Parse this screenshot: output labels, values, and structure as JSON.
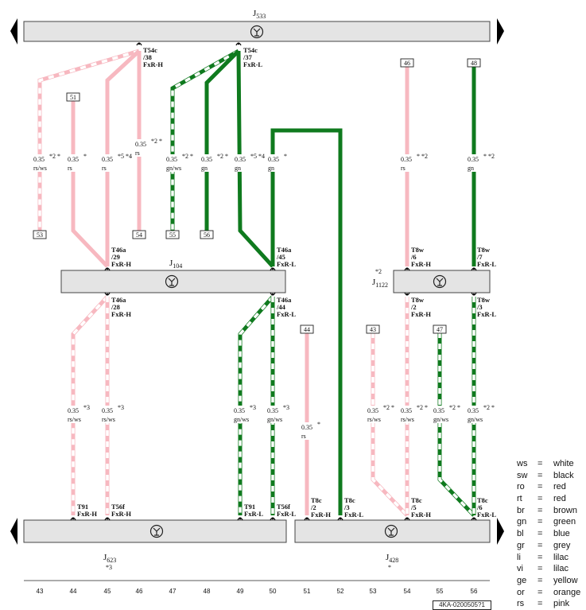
{
  "colors": {
    "rs": "#f7b8c0",
    "gn": "#0f7a1e",
    "white": "#ffffff",
    "bar_fill": "#e4e4e4",
    "outline": "#444444"
  },
  "icons": {
    "ground": "ground-symbol-icon",
    "arrow_left": "arrow-left-icon",
    "arrow_right": "arrow-right-icon"
  },
  "components": [
    {
      "id": "J533",
      "name": "J",
      "sub": "533",
      "sup": ""
    },
    {
      "id": "J104",
      "name": "J",
      "sub": "104",
      "sup": ""
    },
    {
      "id": "J1122",
      "name": "J",
      "sub": "1122",
      "sup": "*2"
    },
    {
      "id": "J623",
      "name": "J",
      "sub": "623",
      "sup": "*3"
    },
    {
      "id": "J428",
      "name": "J",
      "sub": "428",
      "sup": "*"
    }
  ],
  "pins": [
    {
      "id": "p1",
      "lines": [
        "T54c",
        "/38",
        "FxR-H"
      ]
    },
    {
      "id": "p2",
      "lines": [
        "T54c",
        "/37",
        "FxR-L"
      ]
    },
    {
      "id": "p3",
      "lines": [
        "T46a",
        "/29",
        "FxR-H"
      ]
    },
    {
      "id": "p4",
      "lines": [
        "T46a",
        "/45",
        "FxR-L"
      ]
    },
    {
      "id": "p5",
      "lines": [
        "T8w",
        "/6",
        "FxR-H"
      ]
    },
    {
      "id": "p6",
      "lines": [
        "T8w",
        "/7",
        "FxR-L"
      ]
    },
    {
      "id": "p7",
      "lines": [
        "T46a",
        "/28",
        "FxR-H"
      ]
    },
    {
      "id": "p8",
      "lines": [
        "T46a",
        "/44",
        "FxR-L"
      ]
    },
    {
      "id": "p9",
      "lines": [
        "T8w",
        "/2",
        "FxR-H"
      ]
    },
    {
      "id": "p10",
      "lines": [
        "T8w",
        "/3",
        "FxR-L"
      ]
    },
    {
      "id": "p11",
      "lines": [
        "T91",
        "FxR-H"
      ]
    },
    {
      "id": "p12",
      "lines": [
        "T56f",
        "FxR-H"
      ]
    },
    {
      "id": "p13",
      "lines": [
        "T91",
        "FxR-L"
      ]
    },
    {
      "id": "p14",
      "lines": [
        "T56f",
        "FxR-L"
      ]
    },
    {
      "id": "p15",
      "lines": [
        "T8c",
        "/2",
        "FxR-H"
      ]
    },
    {
      "id": "p16",
      "lines": [
        "T8c",
        "/3",
        "FxR-L"
      ]
    },
    {
      "id": "p17",
      "lines": [
        "T8c",
        "/5",
        "FxR-H"
      ]
    },
    {
      "id": "p18",
      "lines": [
        "T8c",
        "/6",
        "FxR-L"
      ]
    }
  ],
  "refs": [
    "51",
    "53",
    "54",
    "55",
    "56",
    "46",
    "48",
    "44",
    "43",
    "47"
  ],
  "wires": [
    {
      "id": "w1",
      "size": "0.35",
      "color": "rs/ws",
      "note": "*2 *"
    },
    {
      "id": "w2",
      "size": "0.35",
      "color": "rs",
      "note": "*"
    },
    {
      "id": "w3",
      "size": "0.35",
      "color": "rs",
      "note": "*5 *4"
    },
    {
      "id": "w4",
      "size": "0.35",
      "color": "rs",
      "note": "*2 *"
    },
    {
      "id": "w5",
      "size": "0.35",
      "color": "gn/ws",
      "note": "*2 *"
    },
    {
      "id": "w6",
      "size": "0.35",
      "color": "gn",
      "note": "*2 *"
    },
    {
      "id": "w7",
      "size": "0.35",
      "color": "gn",
      "note": "*5 *4"
    },
    {
      "id": "w8",
      "size": "0.35",
      "color": "gn",
      "note": "*"
    },
    {
      "id": "w9",
      "size": "0.35",
      "color": "rs",
      "note": "* *2"
    },
    {
      "id": "w10",
      "size": "0.35",
      "color": "gn",
      "note": "* *2"
    },
    {
      "id": "w11",
      "size": "0.35",
      "color": "rs/ws",
      "note": "*3"
    },
    {
      "id": "w12",
      "size": "0.35",
      "color": "rs/ws",
      "note": "*3"
    },
    {
      "id": "w13",
      "size": "0.35",
      "color": "gn/ws",
      "note": "*3"
    },
    {
      "id": "w14",
      "size": "0.35",
      "color": "gn/ws",
      "note": "*3"
    },
    {
      "id": "w15",
      "size": "0.35",
      "color": "rs",
      "note": "*"
    },
    {
      "id": "w16",
      "size": "0.35",
      "color": "rs/ws",
      "note": "*2 *"
    },
    {
      "id": "w17",
      "size": "0.35",
      "color": "rs/ws",
      "note": "*2 *"
    },
    {
      "id": "w18",
      "size": "0.35",
      "color": "gn/ws",
      "note": "*2 *"
    },
    {
      "id": "w19",
      "size": "0.35",
      "color": "gn/ws",
      "note": "*2 *"
    }
  ],
  "columns": [
    "43",
    "44",
    "45",
    "46",
    "47",
    "48",
    "49",
    "50",
    "51",
    "52",
    "53",
    "54",
    "55",
    "56"
  ],
  "legend": [
    {
      "code": "ws",
      "eq": "=",
      "name": "white"
    },
    {
      "code": "sw",
      "eq": "=",
      "name": "black"
    },
    {
      "code": "ro",
      "eq": "=",
      "name": "red"
    },
    {
      "code": "rt",
      "eq": "=",
      "name": "red"
    },
    {
      "code": "br",
      "eq": "=",
      "name": "brown"
    },
    {
      "code": "gn",
      "eq": "=",
      "name": "green"
    },
    {
      "code": "bl",
      "eq": "=",
      "name": "blue"
    },
    {
      "code": "gr",
      "eq": "=",
      "name": "grey"
    },
    {
      "code": "li",
      "eq": "=",
      "name": "lilac"
    },
    {
      "code": "vi",
      "eq": "=",
      "name": "lilac"
    },
    {
      "code": "ge",
      "eq": "=",
      "name": "yellow"
    },
    {
      "code": "or",
      "eq": "=",
      "name": "orange"
    },
    {
      "code": "rs",
      "eq": "=",
      "name": "pink"
    }
  ],
  "part_no": "4KA-0200505?1"
}
